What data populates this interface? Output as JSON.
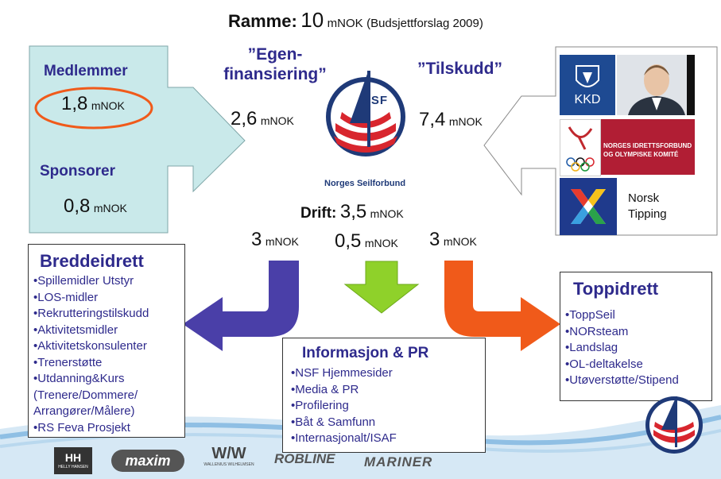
{
  "header": {
    "label": "Ramme:",
    "value": "10",
    "unit": "mNOK",
    "note": "(Budsjettforslag 2009)"
  },
  "income_left": {
    "members_label": "Medlemmer",
    "members_value": "1,8",
    "members_unit": "mNOK",
    "sponsors_label": "Sponsorer",
    "sponsors_value": "0,8",
    "sponsors_unit": "mNOK"
  },
  "self_financing": {
    "label_line1": "”Egen-",
    "label_line2": "finansiering”",
    "value": "2,6",
    "unit": "mNOK"
  },
  "grants": {
    "label": "”Tilskudd”",
    "value": "7,4",
    "unit": "mNOK"
  },
  "center_logo": {
    "text": "NSF",
    "caption": "Norges Seilforbund"
  },
  "grant_sources": {
    "kkd": "KKD",
    "nif_line1": "NORGES IDRETTSFORBUND",
    "nif_line2": "OG OLYMPISKE KOMITÉ",
    "tipping_line1": "Norsk",
    "tipping_line2": "Tipping"
  },
  "operations": {
    "label": "Drift:",
    "value": "3,5",
    "unit": "mNOK"
  },
  "allocations": [
    {
      "value": "3",
      "unit": "mNOK"
    },
    {
      "value": "0,5",
      "unit": "mNOK"
    },
    {
      "value": "3",
      "unit": "mNOK"
    }
  ],
  "breddeidrett": {
    "title": "Breddeidrett",
    "items": [
      "•Spillemidler Utstyr",
      "•LOS-midler",
      "•Rekrutteringstilskudd",
      "•Aktivitetsmidler",
      "•Aktivitetskonsulenter",
      "•Trenerstøtte",
      "•Utdanning&Kurs",
      "(Trenere/Dommere/",
      "Arrangører/Målere)",
      "•RS Feva Prosjekt"
    ]
  },
  "informasjon": {
    "title": "Informasjon & PR",
    "items": [
      "•NSF Hjemmesider",
      "•Media & PR",
      "•Profilering",
      "•Båt & Samfunn",
      "•Internasjonalt/ISAF"
    ]
  },
  "toppidrett": {
    "title": "Toppidrett",
    "items": [
      "•ToppSeil",
      "•NORsteam",
      "•Landslag",
      "•OL-deltakelse",
      "•Utøverstøtte/Stipend"
    ]
  },
  "sponsor_logos": {
    "helly_line1": "HH",
    "helly_line2": "HELLY HANSEN",
    "maxim": "maxim",
    "ww": "W/W",
    "ww_caption": "WALLENIUS WILHELMSEN",
    "robline": "ROBLINE",
    "mariner": "MARINER"
  },
  "colors": {
    "navy": "#2e2a8c",
    "teal_box": "#c9e9ea",
    "orange": "#f05a1a",
    "green": "#8fd12a",
    "purple": "#4a3fa8",
    "logo_red": "#d8262e",
    "logo_blue": "#1f3a78"
  }
}
